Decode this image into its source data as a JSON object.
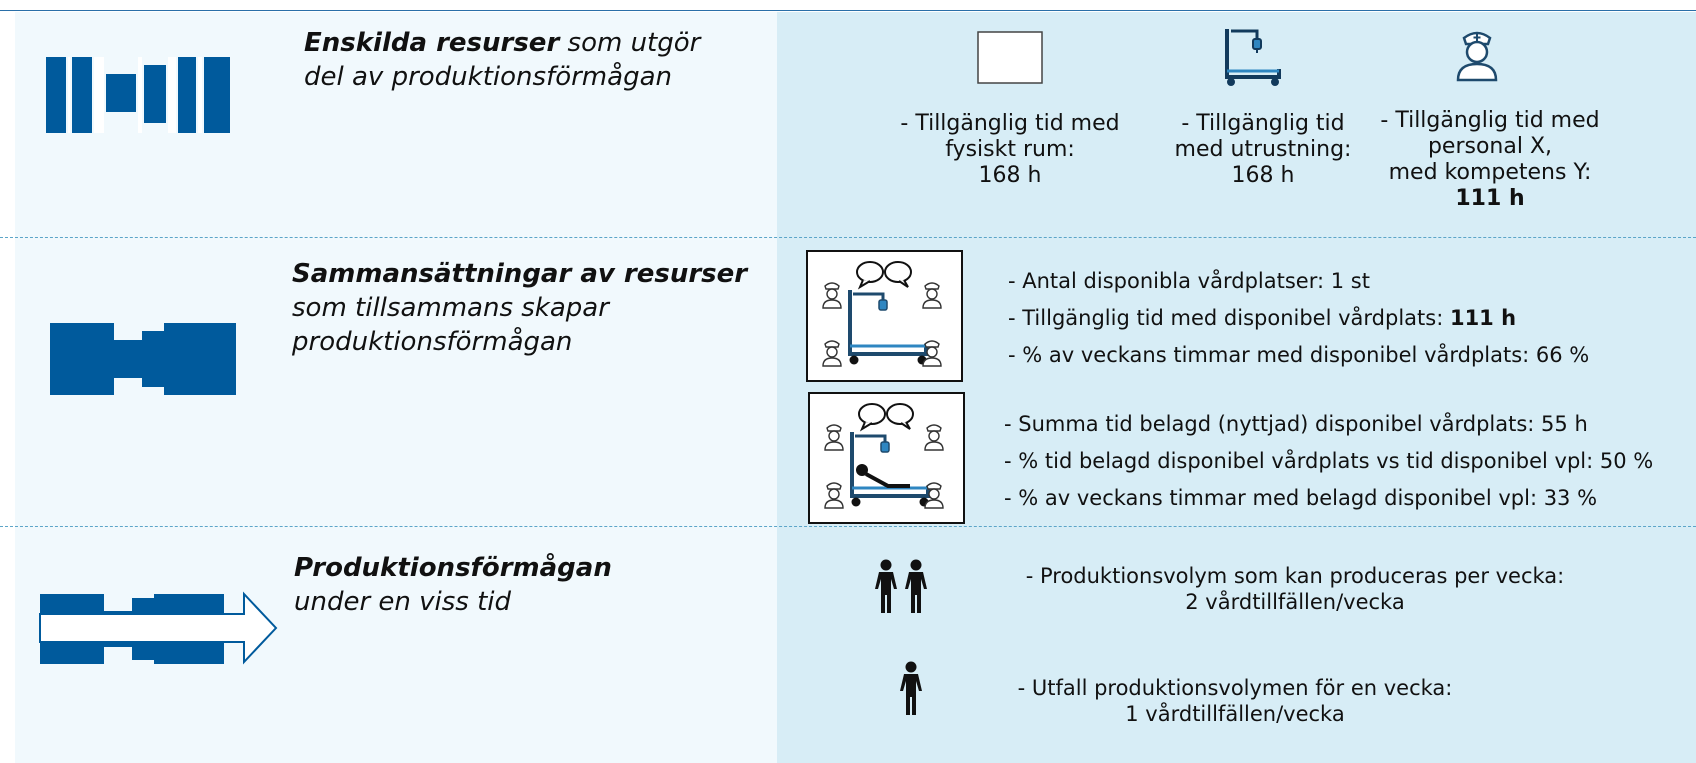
{
  "colors": {
    "brand_blue": "#005a9c",
    "panel_right": "#d7edf6",
    "panel_left": "#f1f9fd",
    "divider": "#5ca5c8"
  },
  "sections": {
    "resources": {
      "title_bold": "Enskilda resurser",
      "title_rest1": " som utgör",
      "title_rest2": "del av produktionsförmågan",
      "items": [
        {
          "icon": "room-icon",
          "l1": "- Tillgänglig tid med",
          "l2": "fysiskt rum:",
          "l3": "168 h",
          "l4": ""
        },
        {
          "icon": "bed-equipment-icon",
          "l1": "- Tillgänglig tid",
          "l2": "med utrustning:",
          "l3": "168 h",
          "l4": ""
        },
        {
          "icon": "nurse-icon",
          "l1": "- Tillgänglig tid med",
          "l2": "personal X,",
          "l3": "med kompetens Y:",
          "l4": "111 h"
        }
      ]
    },
    "combinations": {
      "title_bold": "Sammansättningar av resurser",
      "title_rest1": "som tillsammans skapar",
      "title_rest2": "produktionsförmågan",
      "group1": [
        {
          "text": "- Antal disponibla vårdplatser: 1 st",
          "bold": ""
        },
        {
          "text": "- Tillgänglig tid med disponibel vårdplats: ",
          "bold": "111 h"
        },
        {
          "text": "- % av veckans timmar med disponibel vårdplats: 66 %",
          "bold": ""
        }
      ],
      "group2": [
        {
          "text": "- Summa tid belagd (nyttjad) disponibel vårdplats: 55 h"
        },
        {
          "text": "- % tid belagd disponibel vårdplats vs tid disponibel vpl: 50 %"
        },
        {
          "text": "- % av veckans timmar med belagd disponibel vpl: 33 %"
        }
      ]
    },
    "capacity": {
      "title_bold": "Produktionsförmågan",
      "title_rest1": "under en viss tid",
      "volume": {
        "l1": "- Produktionsvolym som kan produceras per vecka:",
        "l2": "2 vårdtillfällen/vecka"
      },
      "outcome": {
        "l1": "- Utfall produktionsvolymen för en vecka:",
        "l2": "1 vårdtillfällen/vecka"
      }
    }
  }
}
